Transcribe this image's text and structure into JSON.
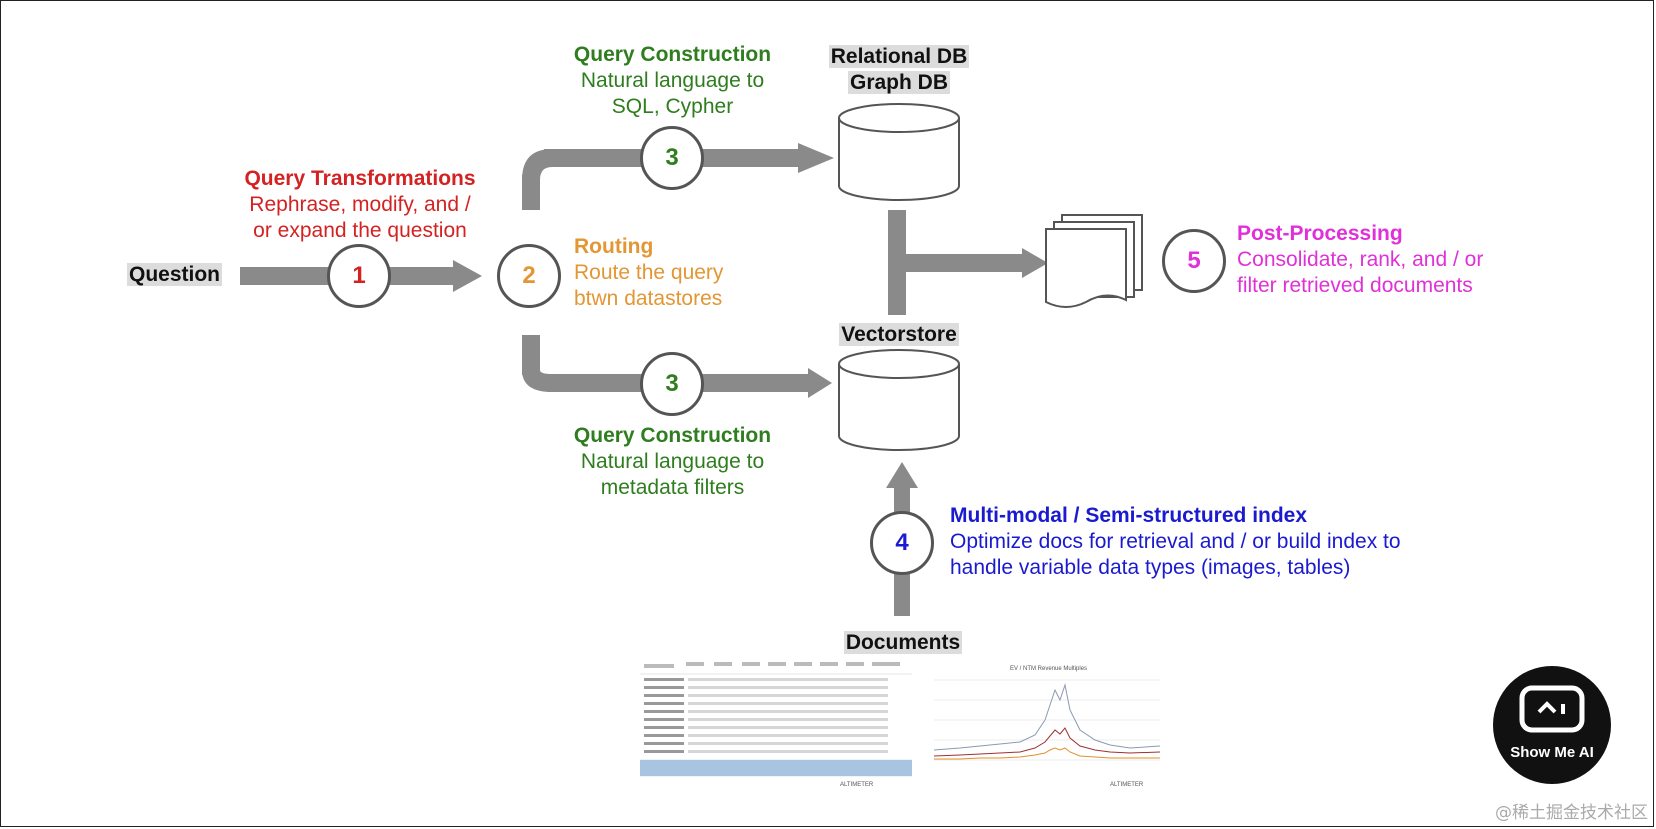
{
  "nodes": {
    "question": "Question",
    "relational_db": "Relational DB",
    "graph_db": "Graph DB",
    "vectorstore": "Vectorstore",
    "documents": "Documents"
  },
  "steps": {
    "transform": {
      "number": "1",
      "title": "Query Transformations",
      "line1": "Rephrase, modify, and /",
      "line2": "or expand the question",
      "color": "#d42222"
    },
    "routing": {
      "number": "2",
      "title": "Routing",
      "line1": "Route the query",
      "line2": "btwn datastores",
      "color": "#e39634"
    },
    "construction_top": {
      "number": "3",
      "title": "Query Construction",
      "line1": "Natural language to",
      "line2": "SQL, Cypher",
      "color": "#2e7d1e"
    },
    "construction_bottom": {
      "number": "3",
      "title": "Query Construction",
      "line1": "Natural language to",
      "line2": "metadata filters",
      "color": "#2e7d1e"
    },
    "indexing": {
      "number": "4",
      "title": "Multi-modal / Semi-structured index",
      "line1": "Optimize docs for retrieval and / or build index to",
      "line2": "handle variable data types (images, tables)",
      "color": "#1a1ad0"
    },
    "post_processing": {
      "number": "5",
      "title": "Post-Processing",
      "line1": "Consolidate, rank, and / or",
      "line2": "filter retrieved documents",
      "color": "#e030d8"
    }
  },
  "document_images": {
    "table_footer_brand": "ALTIMETER",
    "chart_title": "EV / NTM Revenue Multiples",
    "chart_footer_brand": "ALTIMETER"
  },
  "logo": {
    "text": "Show Me AI"
  },
  "watermark": "@稀土掘金技术社区"
}
